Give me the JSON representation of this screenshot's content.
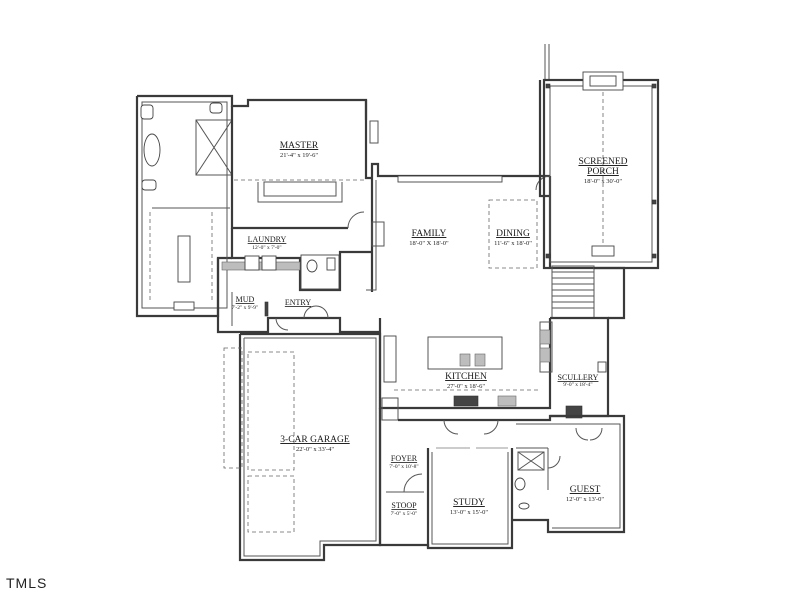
{
  "rooms": {
    "master": {
      "name": "MASTER",
      "dim": "21'-4\" x 19'-6\""
    },
    "screened_porch": {
      "name_line1": "SCREENED",
      "name_line2": "PORCH",
      "dim": "18'-0\" x 30'-0\""
    },
    "family": {
      "name": "FAMILY",
      "dim": "18'-0\" X 18'-0\""
    },
    "dining": {
      "name": "DINING",
      "dim": "11'-6\" x 18'-0\""
    },
    "laundry": {
      "name": "LAUNDRY",
      "dim": "12'-0\" x 7'-0\""
    },
    "mud": {
      "name": "MUD",
      "dim": "7'-2\" x 9'-9\""
    },
    "entry": {
      "name": "ENTRY"
    },
    "kitchen": {
      "name": "KITCHEN",
      "dim": "27'-0\" x 18'-6\""
    },
    "scullery": {
      "name": "SCULLERY",
      "dim": "9'-0\" x 18'-4\""
    },
    "garage": {
      "name": "3-CAR GARAGE",
      "dim": "22'-0\" x 33'-4\""
    },
    "foyer": {
      "name": "FOYER",
      "dim": "7'-0\" x 10'-8\""
    },
    "stoop": {
      "name": "STOOP",
      "dim": "7'-0\" x 5'-0\""
    },
    "study": {
      "name": "STUDY",
      "dim": "13'-0\" x 15'-0\""
    },
    "guest": {
      "name": "GUEST",
      "dim": "12'-0\" x 13'-0\""
    }
  },
  "watermark": "TMLS"
}
